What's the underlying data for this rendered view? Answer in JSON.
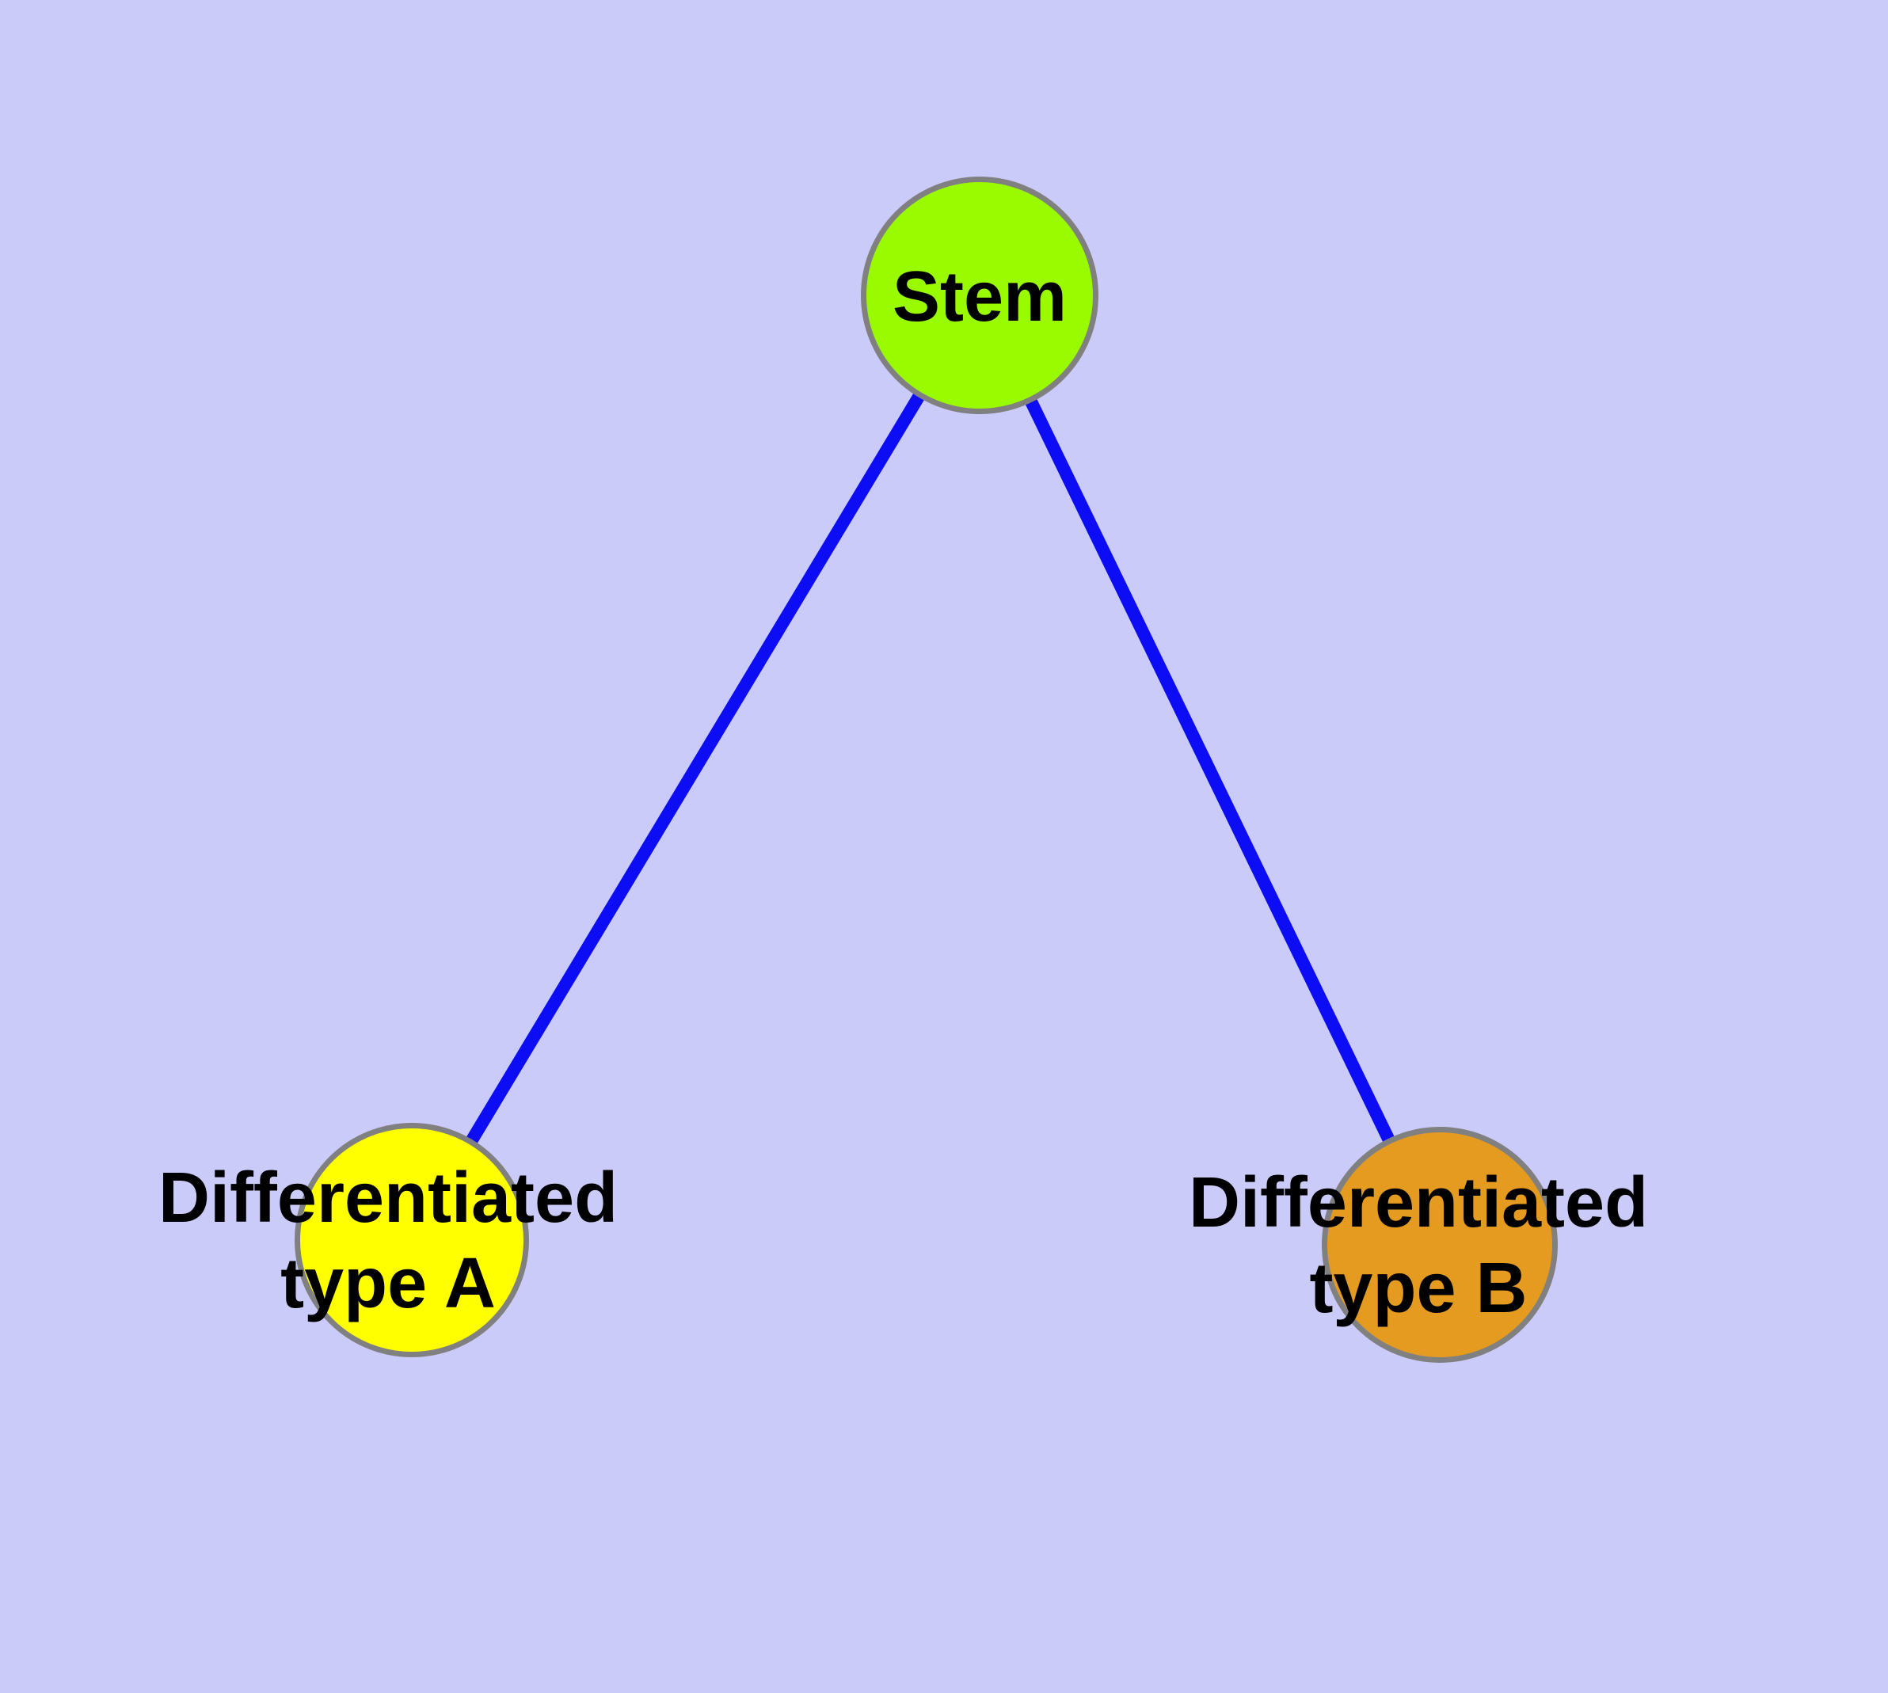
{
  "diagram": {
    "type": "node-link-graph",
    "background_color": "#CBCBFA",
    "edge_color": "#0C0CF5",
    "node_border_color": "#808080",
    "label_color": "#000000",
    "nodes": {
      "stem": {
        "label": "Stem",
        "color": "#9AFA00"
      },
      "diff_a": {
        "label": "Differentiated\ntype A",
        "color": "#FFFF00"
      },
      "diff_b": {
        "label": "Differentiated\ntype B",
        "color": "#E49B20"
      }
    },
    "edges": [
      {
        "from": "Stem",
        "to": "Differentiated type A"
      },
      {
        "from": "Stem",
        "to": "Differentiated type B"
      }
    ]
  }
}
